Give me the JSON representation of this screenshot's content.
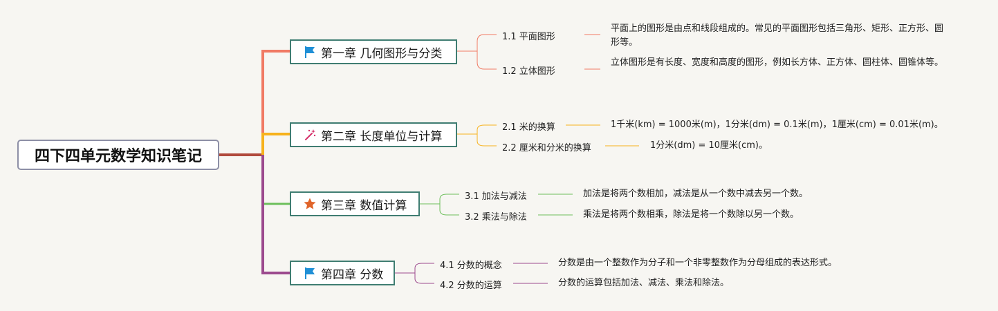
{
  "root": {
    "title": "四下四单元数学知识笔记"
  },
  "colors": {
    "ch1": "#f07a64",
    "ch2": "#f7b21c",
    "ch3": "#6cbf5b",
    "ch4": "#9c4a8e",
    "root_line": "#b04a3c",
    "flag": "#1f8fd6",
    "star": "#e0642a",
    "wand": "#d6336c"
  },
  "chapters": [
    {
      "title": "第一章 几何图形与分类",
      "icon": "flag-icon",
      "subs": [
        {
          "label": "1.1 平面图形",
          "desc": "平面上的图形是由点和线段组成的。常见的平面图形包括三角形、矩形、正方形、圆形等。"
        },
        {
          "label": "1.2 立体图形",
          "desc": "立体图形是有长度、宽度和高度的图形，例如长方体、正方体、圆柱体、圆锥体等。"
        }
      ]
    },
    {
      "title": "第二章 长度单位与计算",
      "icon": "magic-wand-icon",
      "subs": [
        {
          "label": "2.1 米的换算",
          "desc": "1千米(km) = 1000米(m)，1分米(dm) = 0.1米(m)，1厘米(cm) = 0.01米(m)。"
        },
        {
          "label": "2.2 厘米和分米的换算",
          "desc": "1分米(dm) = 10厘米(cm)。"
        }
      ]
    },
    {
      "title": "第三章 数值计算",
      "icon": "star-icon",
      "subs": [
        {
          "label": "3.1 加法与减法",
          "desc": "加法是将两个数相加，减法是从一个数中减去另一个数。"
        },
        {
          "label": "3.2 乘法与除法",
          "desc": "乘法是将两个数相乘，除法是将一个数除以另一个数。"
        }
      ]
    },
    {
      "title": "第四章 分数",
      "icon": "flag-icon",
      "subs": [
        {
          "label": "4.1 分数的概念",
          "desc": "分数是由一个整数作为分子和一个非零整数作为分母组成的表达形式。"
        },
        {
          "label": "4.2 分数的运算",
          "desc": "分数的运算包括加法、减法、乘法和除法。"
        }
      ]
    }
  ]
}
